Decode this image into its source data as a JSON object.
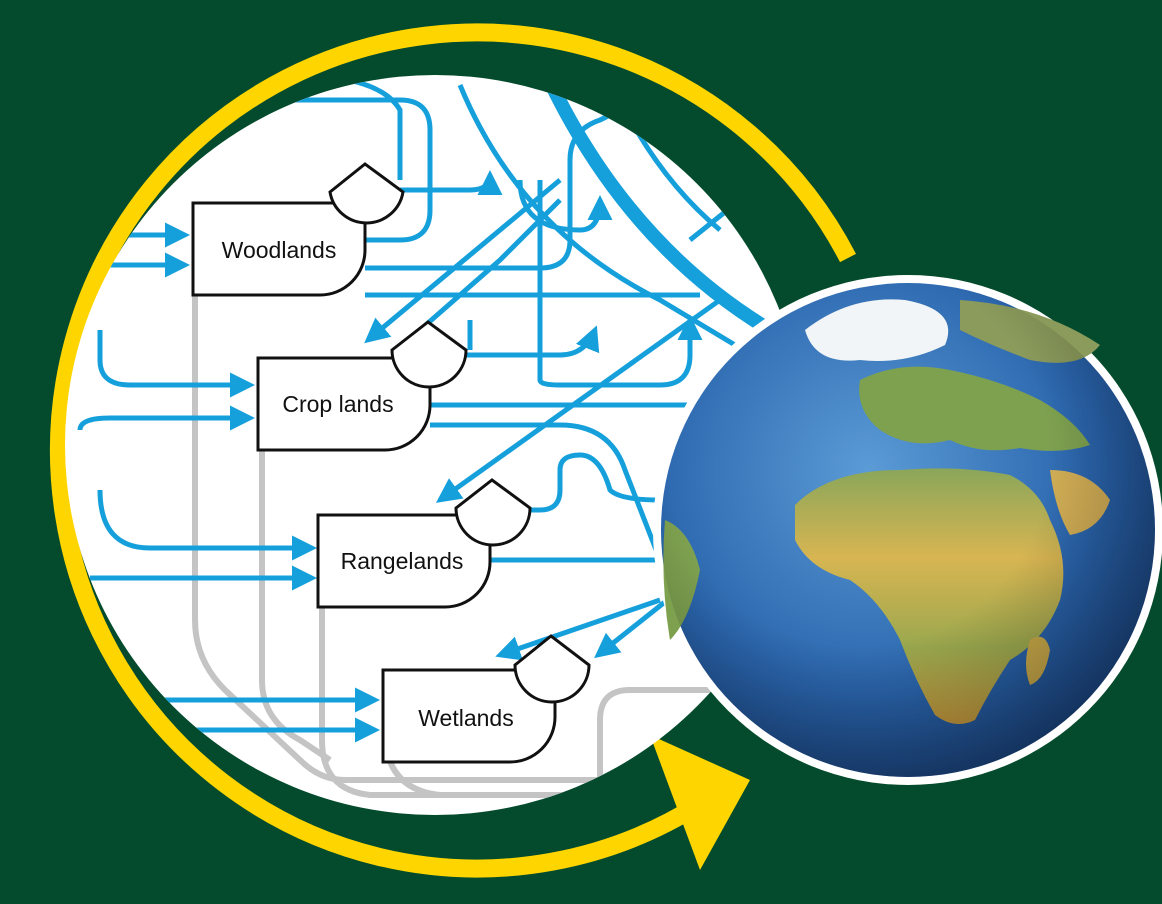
{
  "colors": {
    "background": "#034b2c",
    "cycle_arrow": "#ffd500",
    "flow_line": "#15a0dc",
    "grey_line": "#c4c4c4",
    "node_fill": "#ffffff",
    "node_stroke": "#111111",
    "ocean": "#2f72b8",
    "land": "#c9a949",
    "ice": "#f1f5f7"
  },
  "nodes": [
    {
      "id": "woodlands",
      "label": "Woodlands"
    },
    {
      "id": "croplands",
      "label": "Crop lands"
    },
    {
      "id": "rangelands",
      "label": "Rangelands"
    },
    {
      "id": "wetlands",
      "label": "Wetlands"
    }
  ],
  "icons": {
    "globe": "earth-globe-icon",
    "cycle": "cycle-arrow-icon"
  }
}
